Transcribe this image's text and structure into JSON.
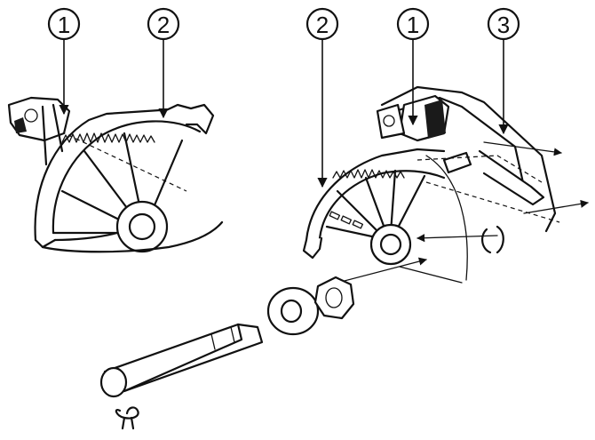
{
  "callouts": [
    {
      "id": "left-1",
      "label": "1"
    },
    {
      "id": "left-2",
      "label": "2"
    },
    {
      "id": "right-2",
      "label": "2"
    },
    {
      "id": "right-1",
      "label": "1"
    },
    {
      "id": "right-3",
      "label": "3"
    }
  ]
}
